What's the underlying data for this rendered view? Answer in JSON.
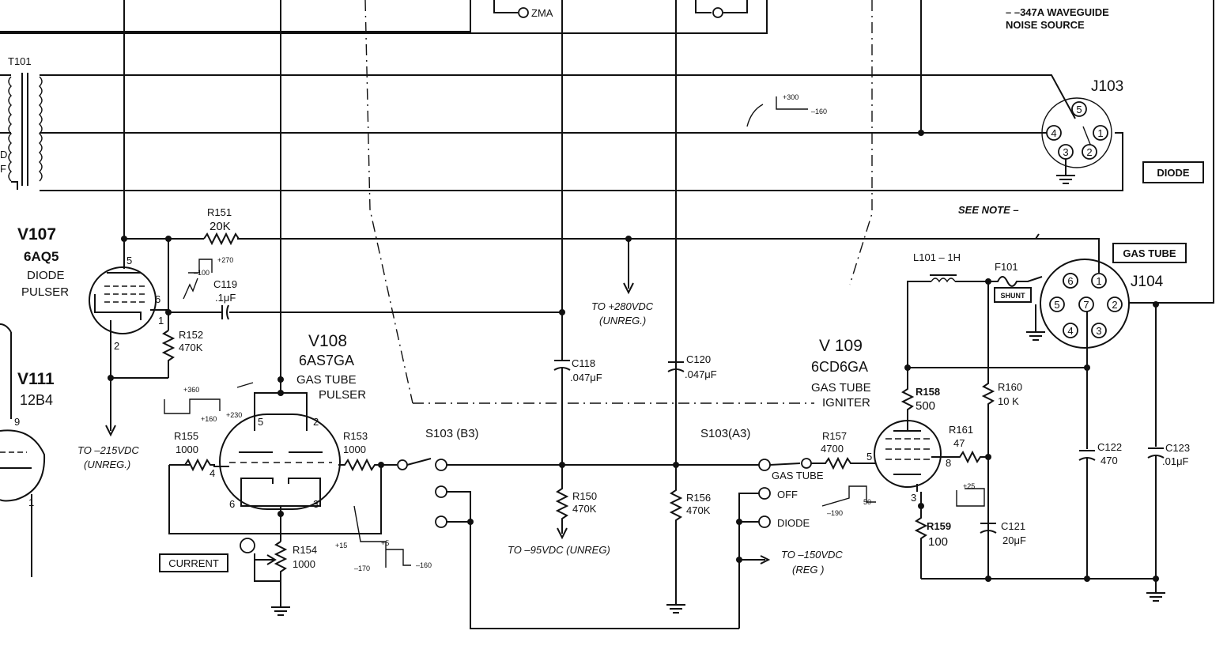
{
  "header": {
    "zma": "ZMA",
    "noise_line1": "–  –347A WAVEGUIDE",
    "noise_line2": "NOISE SOURCE"
  },
  "t101": {
    "label": "T101",
    "left_frag1": "D",
    "left_frag2": "F"
  },
  "j103": {
    "label": "J103",
    "pins": [
      "5",
      "4",
      "1",
      "3",
      "2"
    ]
  },
  "j104": {
    "label": "J104",
    "pins": [
      "6",
      "1",
      "5",
      "7",
      "2",
      "4",
      "3"
    ]
  },
  "boxes": {
    "diode": "DIODE",
    "gas_tube": "GAS TUBE",
    "current": "CURRENT",
    "shunt": "SHUNT"
  },
  "see_note": "SEE NOTE –",
  "v107": {
    "name": "V107",
    "type": "6AQ5",
    "func1": "DIODE",
    "func2": "PULSER",
    "pins": [
      "5",
      "6",
      "1",
      "2"
    ]
  },
  "v108": {
    "name": "V108",
    "type": "6AS7GA",
    "func1": "GAS TUBE",
    "func2": "PULSER",
    "pins": [
      "5",
      "2",
      "4",
      "6",
      "3"
    ]
  },
  "v109": {
    "name": "V 109",
    "type": "6CD6GA",
    "func1": "GAS TUBE",
    "func2": "IGNITER",
    "pins": [
      "5",
      "8",
      "3"
    ]
  },
  "v111": {
    "name": "V111",
    "type": "12B4",
    "pins": [
      "9",
      "1"
    ]
  },
  "components": {
    "r151": {
      "ref": "R151",
      "val": "20K"
    },
    "r152": {
      "ref": "R152",
      "val": "470K"
    },
    "c119": {
      "ref": "C119",
      "val": ".1μF"
    },
    "r155": {
      "ref": "R155",
      "val": "1000"
    },
    "r153": {
      "ref": "R153",
      "val": "1000"
    },
    "r154": {
      "ref": "R154",
      "val": "1000"
    },
    "c118": {
      "ref": "C118",
      "val": ".047μF"
    },
    "r150": {
      "ref": "R150",
      "val": "470K"
    },
    "c120": {
      "ref": "C120",
      "val": ".047μF"
    },
    "r156": {
      "ref": "R156",
      "val": "470K"
    },
    "r157": {
      "ref": "R157",
      "val": "4700"
    },
    "r158": {
      "ref": "R158",
      "val": "500"
    },
    "r159": {
      "ref": "R159",
      "val": "100"
    },
    "r160": {
      "ref": "R160",
      "val": "10 K"
    },
    "r161": {
      "ref": "R161",
      "val": "47"
    },
    "c121": {
      "ref": "C121",
      "val": "20μF"
    },
    "c122": {
      "ref": "C122",
      "val": "470"
    },
    "c123": {
      "ref": "C123",
      "val": ".01μF"
    },
    "l101": {
      "ref": "L101 – 1H"
    },
    "f101": {
      "ref": "F101"
    }
  },
  "switches": {
    "s103b3": "S103 (B3)",
    "s103a3": "S103(A3)",
    "gas_tube": "GAS TUBE",
    "off": "OFF",
    "diode": "DIODE"
  },
  "supplies": {
    "p280_1": "TO +280VDC",
    "p280_2": "(UNREG.)",
    "m215_1": "TO –215VDC",
    "m215_2": "(UNREG.)",
    "m95": "TO –95VDC (UNREG)",
    "m150_1": "TO –150VDC",
    "m150_2": "(REG )"
  },
  "waveforms": {
    "a1": "+300",
    "a2": "–160",
    "b1": "+270",
    "b2": "–100",
    "c1": "+360",
    "c2": "+160",
    "c3": "+230",
    "d1": "+15",
    "d2": "+5",
    "d3": "–170",
    "d4": "–160",
    "e1": "50",
    "e2": "–190",
    "f1": "+25"
  }
}
